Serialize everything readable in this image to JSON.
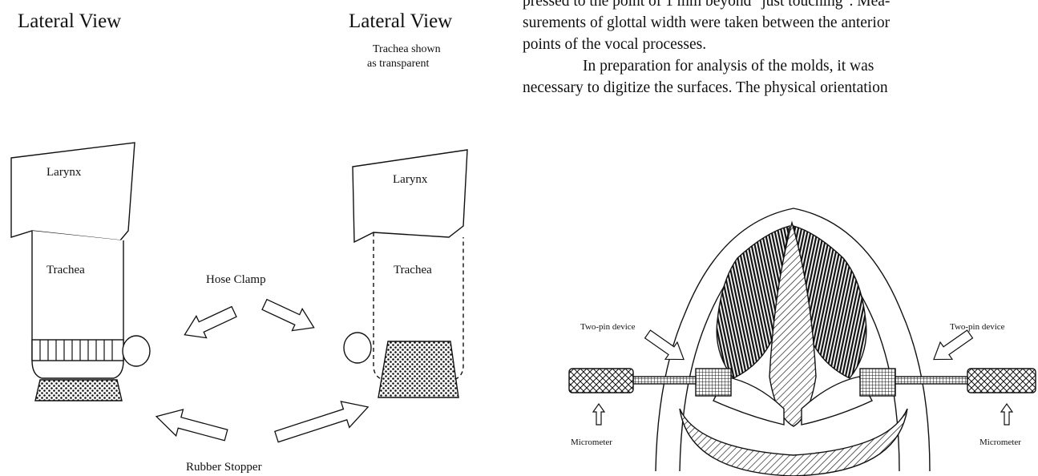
{
  "left_figure": {
    "view_left_title": "Lateral View",
    "view_right_title": "Lateral View",
    "trachea_note_line1": "Trachea shown",
    "trachea_note_line2": "as transparent",
    "larynx_left": "Larynx",
    "larynx_right": "Larynx",
    "trachea_left": "Trachea",
    "trachea_right": "Trachea",
    "hose_clamp": "Hose Clamp",
    "rubber_stopper": "Rubber Stopper"
  },
  "text": {
    "line1": "pressed to the point of 1 mm beyond \"just touching\".  Mea-",
    "line2": "surements of glottal width were taken between the anterior",
    "line3": "points of the vocal processes.",
    "line4": "In preparation for analysis of the molds, it was",
    "line5": "necessary to digitize the surfaces.  The physical orientation"
  },
  "right_figure": {
    "two_pin_left": "Two-pin device",
    "two_pin_right": "Two-pin device",
    "micrometer_left": "Micrometer",
    "micrometer_right": "Micrometer"
  }
}
